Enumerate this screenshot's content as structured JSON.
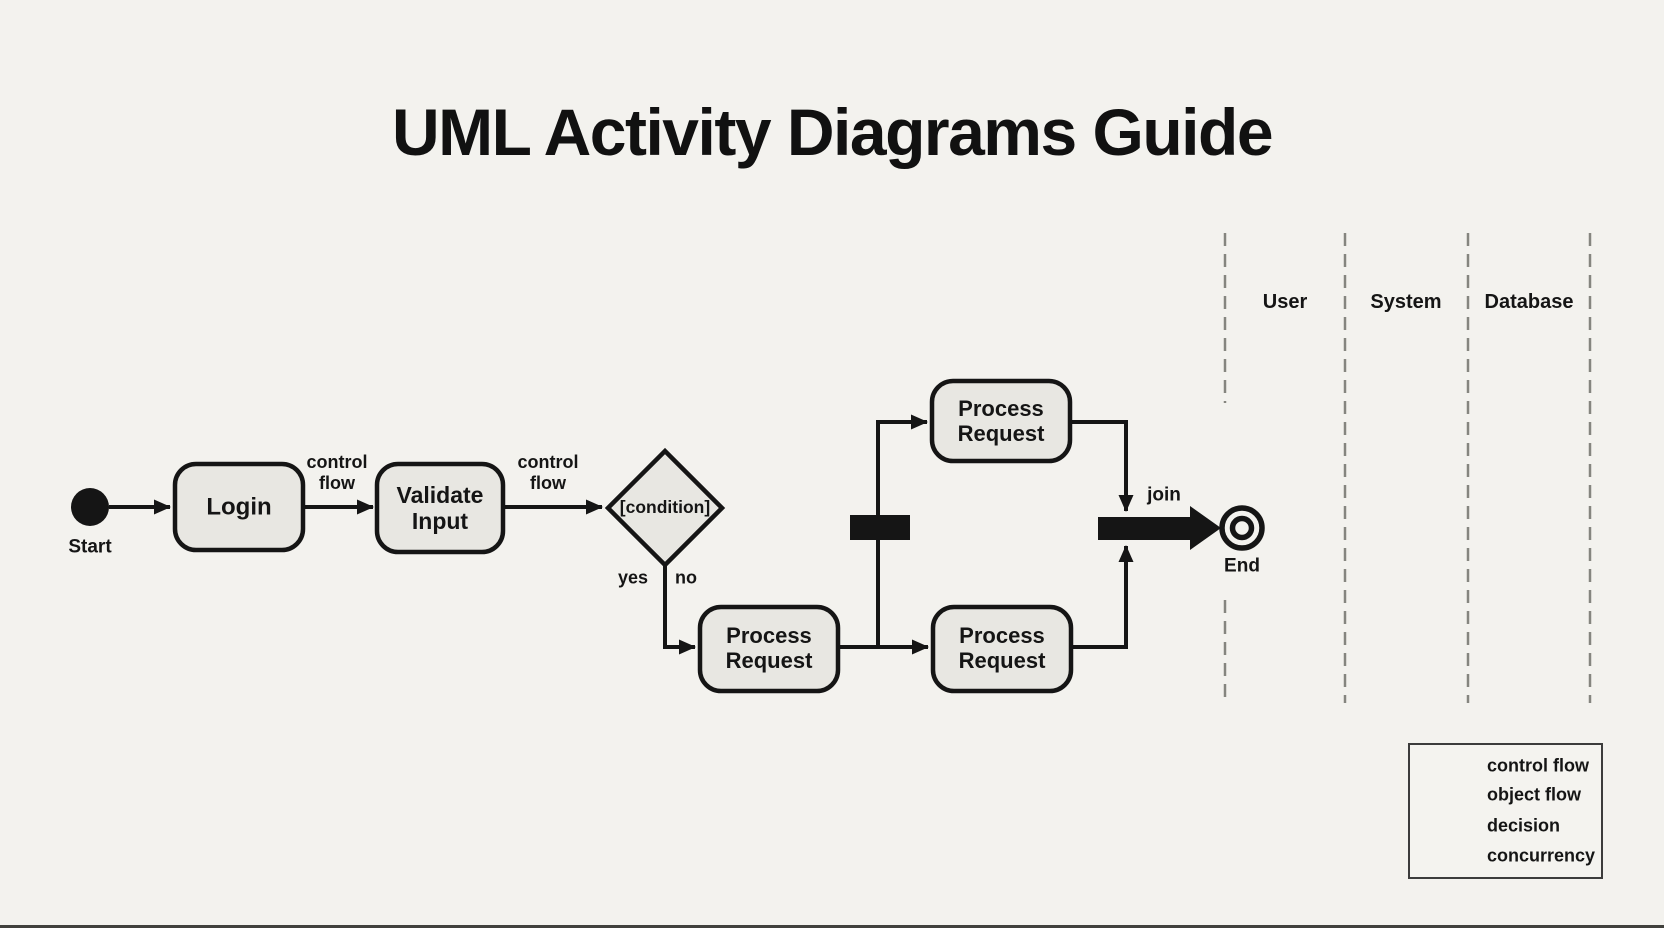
{
  "title": "UML Activity Diagrams Guide",
  "colors": {
    "background": "#f3f2ee",
    "node_fill": "#e8e7e2",
    "line": "#151515",
    "swimlane_dash": "#85857f"
  },
  "nodes": {
    "start": {
      "label": "Start"
    },
    "login": {
      "label": "Login"
    },
    "validate": {
      "label": "Validate\nInput"
    },
    "decision": {
      "label": "[condition]"
    },
    "process_branch": {
      "label": "Process\nRequest"
    },
    "process_top": {
      "label": "Process\nRequest"
    },
    "process_bottom": {
      "label": "Process\nRequest"
    },
    "end": {
      "label": "End"
    }
  },
  "edge_labels": {
    "control_flow_1": "control\nflow",
    "control_flow_2": "control\nflow",
    "yes": "yes",
    "no": "no",
    "join": "join"
  },
  "swimlanes": {
    "lanes": [
      "User",
      "System",
      "Database"
    ]
  },
  "legend": {
    "items": [
      {
        "icon": "solid-arrow-icon",
        "label": "control flow"
      },
      {
        "icon": "dashed-arrow-icon",
        "label": "object flow"
      },
      {
        "icon": "diamond-icon",
        "label": "decision"
      },
      {
        "icon": "concurrency-bar-icon",
        "label": "concurrency"
      }
    ]
  }
}
